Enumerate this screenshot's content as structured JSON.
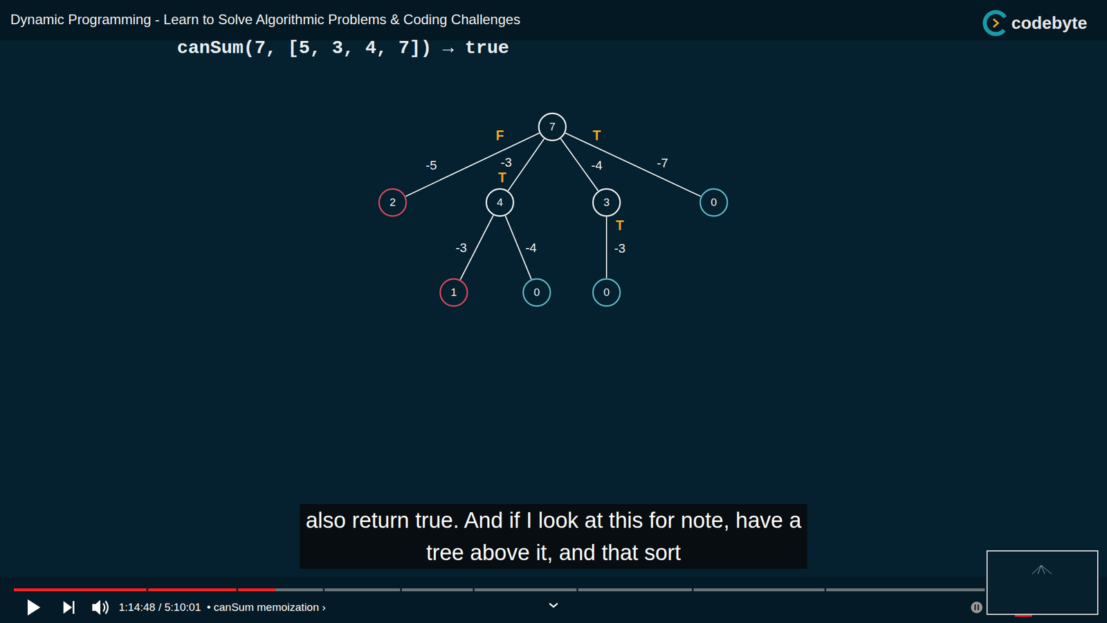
{
  "diagram": {
    "title": "Dynamic Programming - Learn to Solve Algorithmic Problems & Coding Challenges",
    "caption": "also return true. And if I look at this for note, have a tree above it, and that sort",
    "nodes": [
      {
        "text": [
          "7"
        ]
      },
      {
        "text": [
          "2"
        ]
      },
      {
        "text": [
          "4"
        ]
      },
      {
        "text": [
          "3"
        ]
      },
      {
        "text": [
          "0"
        ]
      },
      {
        "text": [
          "1"
        ]
      },
      {
        "text": [
          "0"
        ]
      },
      {
        "text": [
          "0"
        ]
      }
    ],
    "edges": [
      {
        "from": 0,
        "to": 1,
        "label": "-5",
        "arrow": "none"
      },
      {
        "from": 0,
        "to": 2,
        "label": "-3",
        "arrow": "none"
      },
      {
        "from": 0,
        "to": 3,
        "label": "-4",
        "arrow": "none"
      },
      {
        "from": 0,
        "to": 4,
        "label": "-7",
        "arrow": "none"
      },
      {
        "from": 2,
        "to": 5,
        "label": "-3",
        "arrow": "none"
      },
      {
        "from": 2,
        "to": 6,
        "label": "-4",
        "arrow": "none"
      },
      {
        "from": 3,
        "to": 7,
        "label": "-3",
        "arrow": "none"
      }
    ],
    "labels": [
      "canSum(7, [5, 3, 4, 7]) → true",
      "F",
      "T",
      "T",
      "T",
      "codebyte",
      "1:14:48 / 5:10:01",
      "• canSum memoization ›"
    ]
  }
}
